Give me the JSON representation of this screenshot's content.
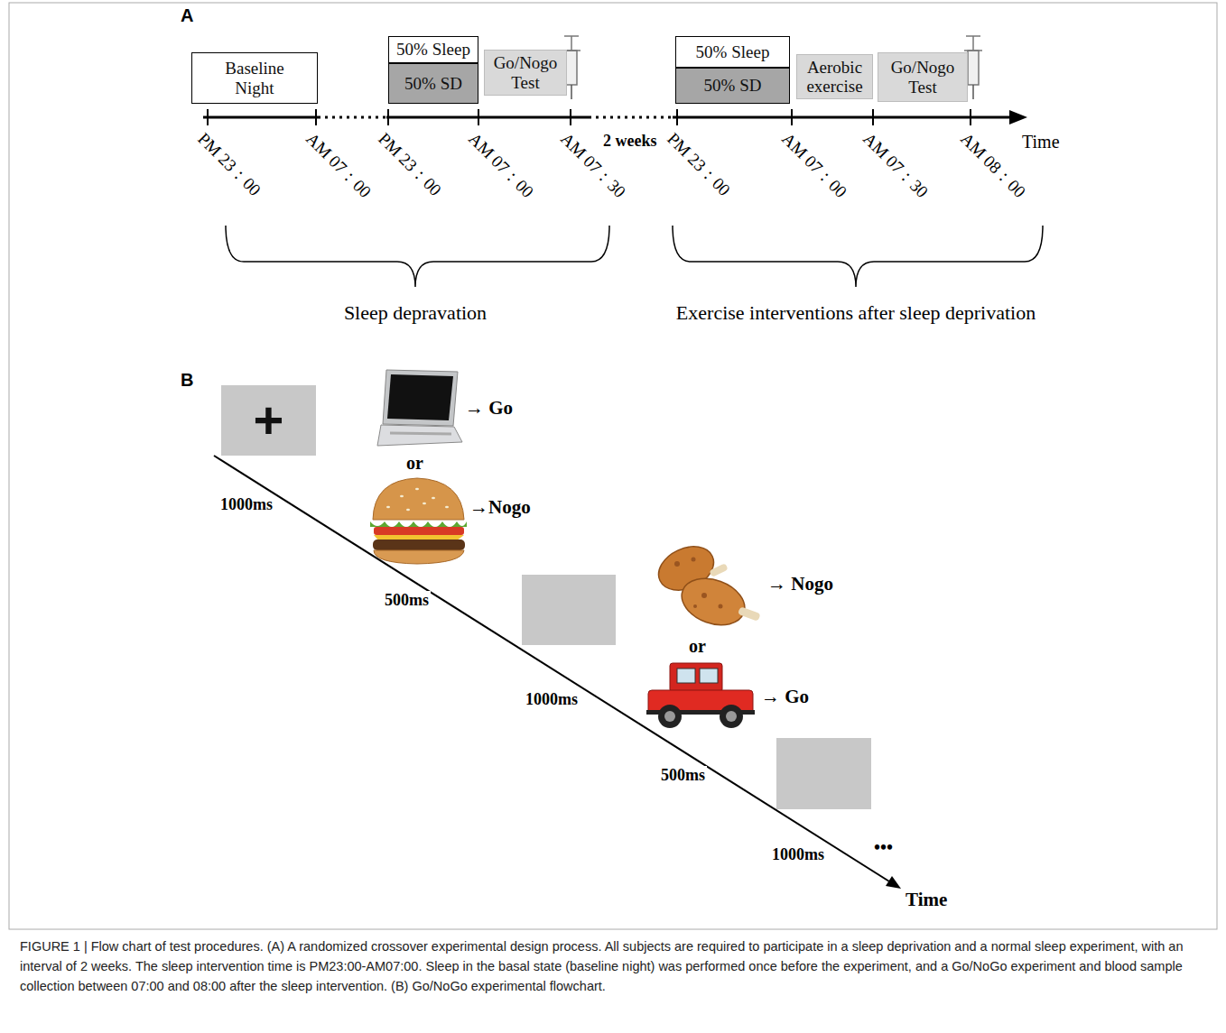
{
  "diagram": {
    "caption": "FIGURE 1 | Flow chart of test procedures. (A) A randomized crossover experimental design process. All subjects are required to participate in a sleep deprivation and a normal sleep experiment, with an interval of 2 weeks. The sleep intervention time is PM23:00-AM07:00. Sleep in the basal state (baseline night) was performed once before the experiment, and a Go/NoGo experiment and blood sample collection between 07:00 and 08:00 after the sleep intervention. (B) Go/NoGo experimental flowchart.",
    "nodes": [
      {
        "text": [
          "Baseline Night"
        ]
      },
      {
        "text": [
          "50% Sleep"
        ]
      },
      {
        "text": [
          "50% SD"
        ]
      },
      {
        "text": [
          "Go/Nogo Test"
        ]
      },
      {
        "text": [
          "50% Sleep"
        ]
      },
      {
        "text": [
          "50% SD"
        ]
      },
      {
        "text": [
          "Aerobic exercise"
        ]
      },
      {
        "text": [
          "Go/Nogo Test"
        ]
      },
      {
        "text": [
          "+"
        ]
      }
    ],
    "labels": [
      "A",
      "PM 23：00",
      "AM 07：00",
      "PM 23：00",
      "AM 07：00",
      "AM 07：30",
      "2 weeks",
      "PM 23：00",
      "AM 07：00",
      "AM 07：30",
      "AM 08：00",
      "Time",
      "Sleep depravation",
      "Exercise interventions after sleep deprivation",
      "B",
      "→ Go",
      "or",
      "→Nogo",
      "1000ms",
      "500ms",
      "→ Nogo",
      "or",
      "→ Go",
      "1000ms",
      "500ms",
      "1000ms",
      "•••",
      "Time"
    ]
  }
}
